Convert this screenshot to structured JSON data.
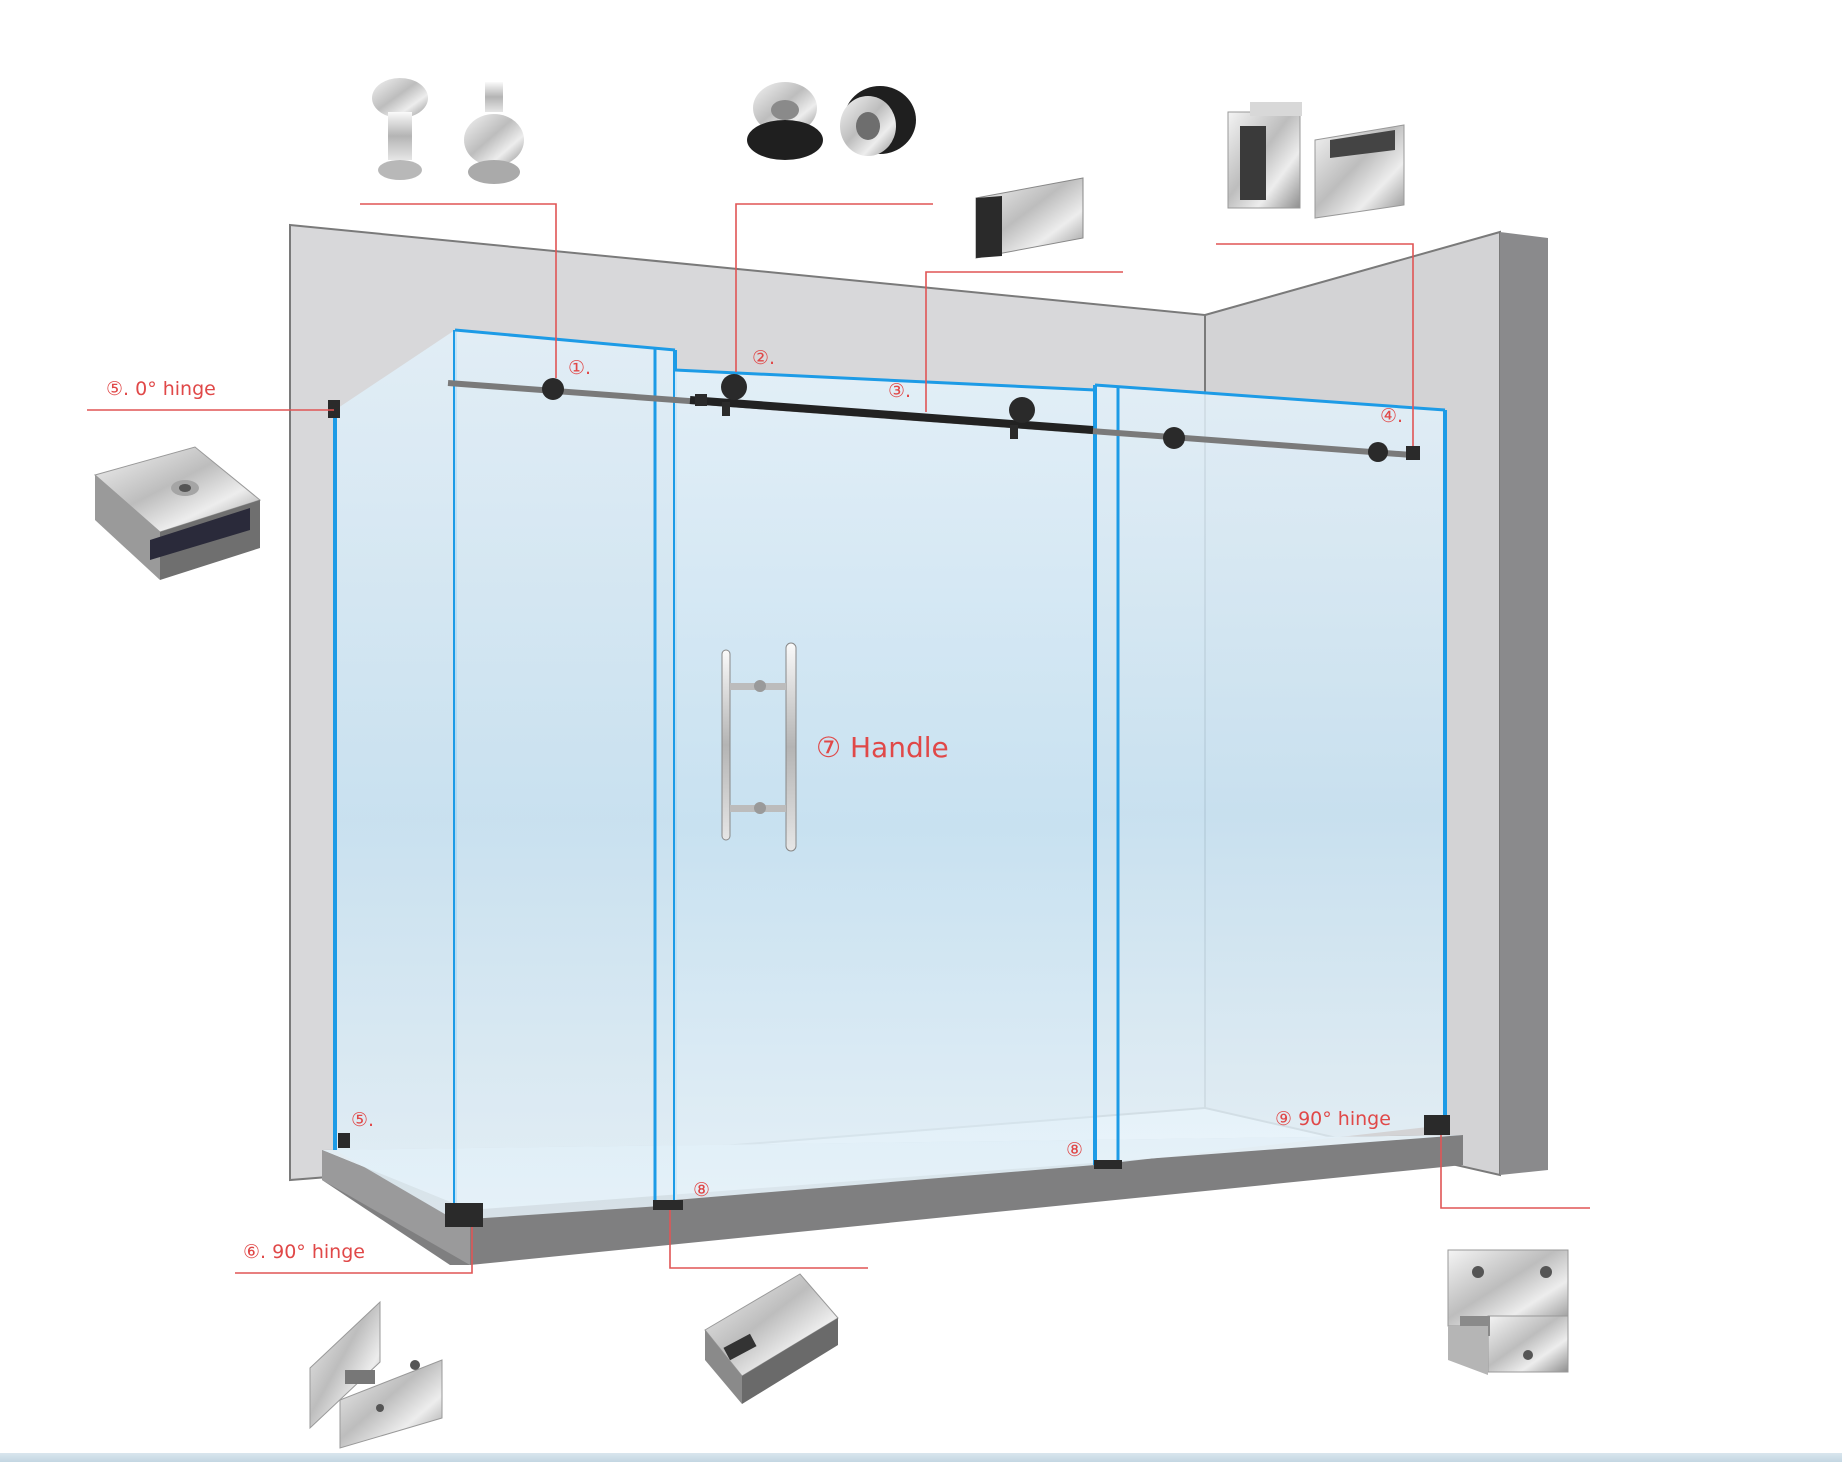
{
  "labels": {
    "part_1": "①.",
    "part_2": "②.",
    "part_3": "③.",
    "part_4": "④.",
    "part_5_top": "⑤. 0° hinge",
    "part_5_bottom": "⑤.",
    "part_6": "⑥. 90° hinge",
    "part_7": "⑦ Handle",
    "part_8_left": "⑧",
    "part_8_right": "⑧",
    "part_9": "⑨ 90° hinge"
  },
  "colors": {
    "label": "#e04848",
    "glass_edge": "#1d9be6",
    "glass_fill": "#cfe7f5",
    "wall": "#d7d7d9",
    "rail": "#333333",
    "hardware": "#2a2a2a"
  },
  "icons": {
    "part_1": "roller-wheel-icon",
    "part_2": "door-stopper-icon",
    "part_3": "square-rail-tube-icon",
    "part_4": "rail-end-bracket-icon",
    "part_5": "glass-clamp-icon",
    "part_6": "hinge-90-icon",
    "part_8": "floor-guide-icon",
    "part_9": "hinge-90-wall-icon"
  }
}
